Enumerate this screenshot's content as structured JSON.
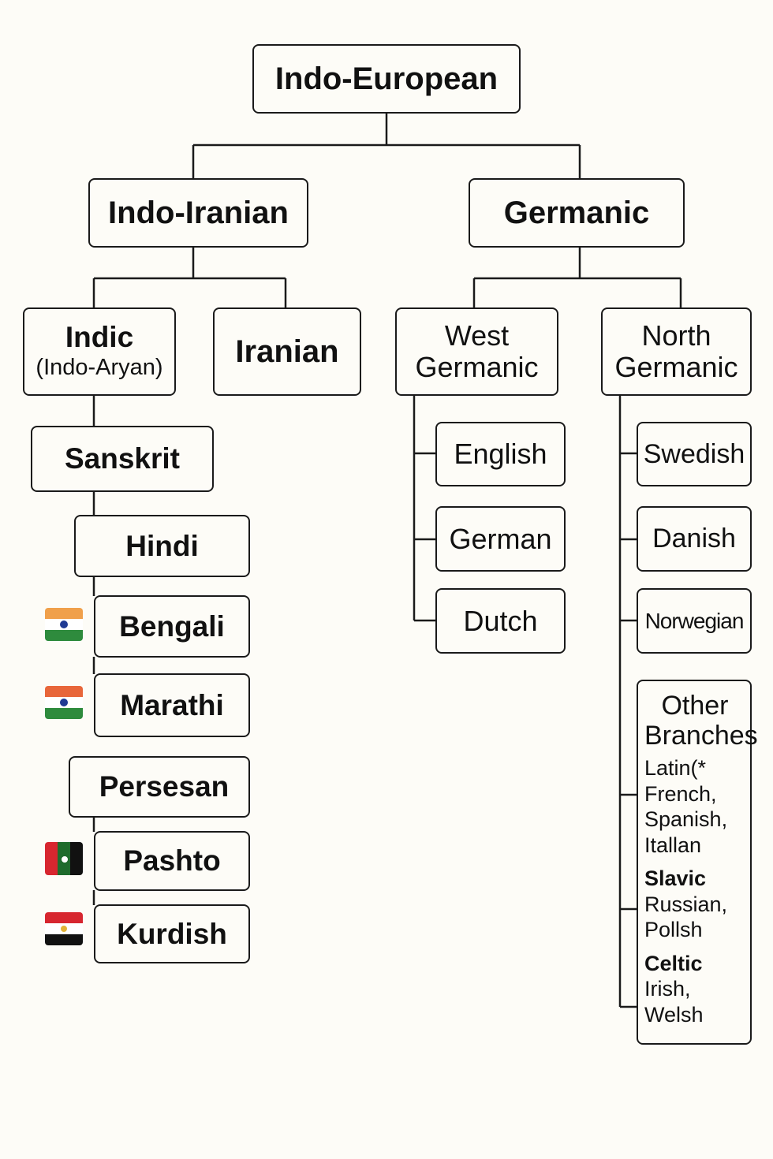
{
  "diagram": {
    "root": "Indo-European",
    "indo_iranian": "Indo-Iranian",
    "germanic": "Germanic",
    "indic": {
      "line1": "Indic",
      "line2": "(Indo-Aryan)"
    },
    "iranian": "Iranian",
    "west_germanic": {
      "line1": "West",
      "line2": "Germanic"
    },
    "north_germanic": {
      "line1": "North",
      "line2": "Germanic"
    },
    "sanskrit": "Sanskrit",
    "hindi": "Hindi",
    "bengali": "Bengali",
    "marathi": "Marathi",
    "persesan": "Persesan",
    "pashto": "Pashto",
    "kurdish": "Kurdish",
    "english": "English",
    "german": "German",
    "dutch": "Dutch",
    "swedish": "Swedish",
    "danish": "Danish",
    "norwegian": "Norwegian",
    "other": {
      "title_line1": "Other",
      "title_line2": "Branches",
      "latin_line1": "Latin(*",
      "latin_line2": "French,",
      "latin_line3": "Spanish,",
      "latin_line4": "Itallan",
      "slavic_head": "Slavic",
      "slavic_line1": "Russian,",
      "slavic_line2": "Pollsh",
      "celtic_head": "Celtic",
      "celtic_line1": "Irish,",
      "celtic_line2": "Welsh"
    }
  },
  "colors": {
    "background": "#fdfcf7",
    "line": "#1a1a1a",
    "saffron": "#f0a04b",
    "green": "#2e8b3d",
    "navy": "#1f3a93",
    "red": "#d7262f",
    "black": "#111111",
    "dark_green": "#1e6b2c"
  },
  "flags": [
    {
      "name": "india-flag-icon-1"
    },
    {
      "name": "india-flag-icon-2"
    },
    {
      "name": "afghanistan-flag-icon"
    },
    {
      "name": "iraq-flag-icon"
    }
  ]
}
